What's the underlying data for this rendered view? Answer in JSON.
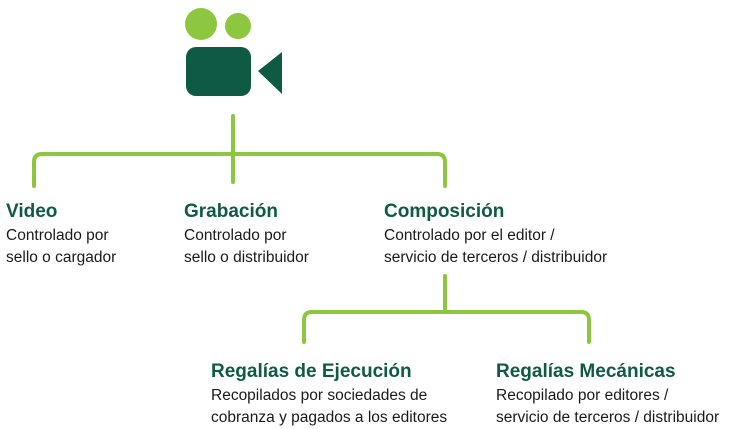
{
  "colors": {
    "accent_green": "#8dc63f",
    "dark_green": "#0f5a45",
    "text": "#1a1a1a"
  },
  "icon": "video-camera-icon",
  "nodes": {
    "video": {
      "title": "Video",
      "desc_lines": [
        "Controlado por",
        "sello o cargador"
      ]
    },
    "grabacion": {
      "title": "Grabación",
      "desc_lines": [
        "Controlado por",
        "sello o distribuidor"
      ]
    },
    "composicion": {
      "title": "Composición",
      "desc_lines": [
        "Controlado por el editor /",
        "servicio de terceros / distribuidor"
      ]
    },
    "ejecucion": {
      "title": "Regalías de Ejecución",
      "desc_lines": [
        "Recopilados por sociedades de",
        "cobranza y pagados a los editores"
      ]
    },
    "mecanicas": {
      "title": "Regalías Mecánicas",
      "desc_lines": [
        "Recopilado por editores /",
        "servicio de terceros / distribuidor"
      ]
    }
  }
}
